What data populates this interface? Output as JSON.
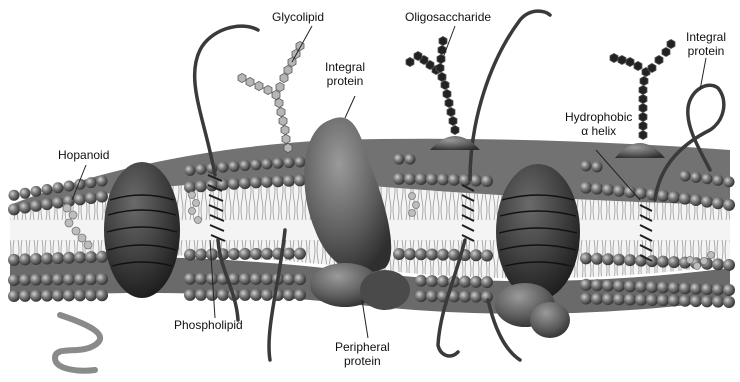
{
  "labels": {
    "glycolipid": "Glycolipid",
    "oligosaccharide": "Oligosaccharide",
    "integral_protein_center": [
      "Integral",
      "protein"
    ],
    "integral_protein_right": [
      "Integral",
      "protein"
    ],
    "hopanoid": "Hopanoid",
    "hydrophobic_helix": [
      "Hydrophobic",
      "α helix"
    ],
    "phospholipid": "Phospholipid",
    "peripheral_protein": [
      "Peripheral",
      "protein"
    ]
  },
  "colors": {
    "bead": "#5f5f5f",
    "bead_light": "#a8a8a8",
    "protein": "#6e6e6e",
    "protein_dark": "#3f3f3f",
    "sugar_dark": "#222222",
    "sugar_light": "#b6b6b6",
    "chain": "#333333"
  }
}
